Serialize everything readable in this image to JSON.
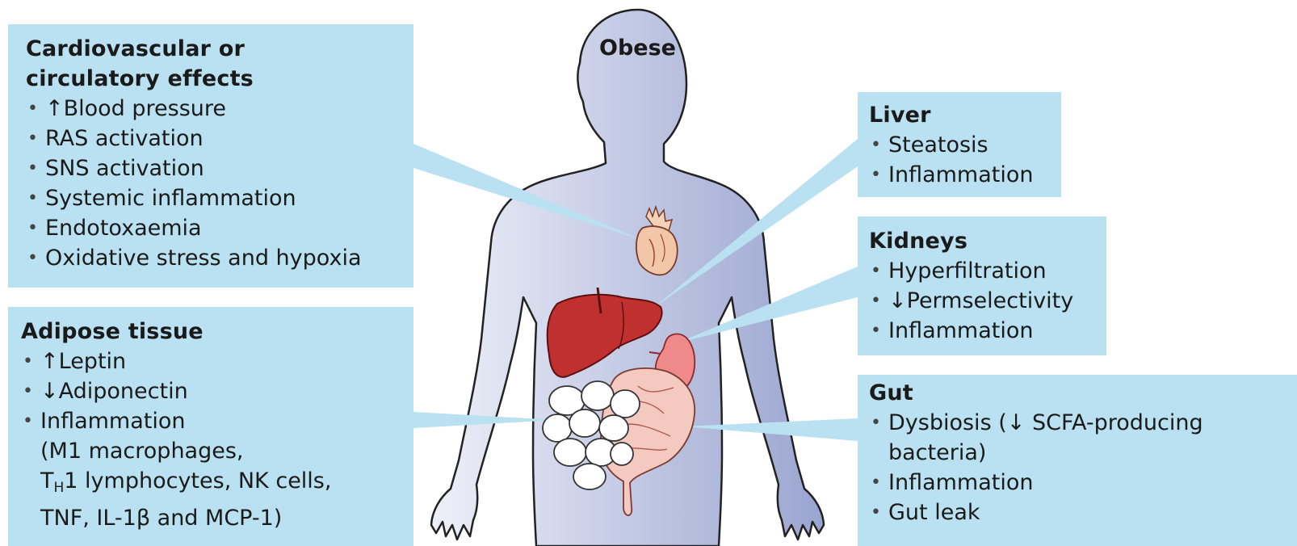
{
  "figure_label": "Obese",
  "boxes": {
    "cardio": {
      "title_line1": "Cardiovascular or",
      "title_line2": "circulatory effects",
      "items": [
        "↑Blood pressure",
        "RAS activation",
        "SNS activation",
        "Systemic inflammation",
        "Endotoxaemia",
        "Oxidative stress and hypoxia"
      ]
    },
    "adipose": {
      "title": "Adipose tissue",
      "items": [
        "↑Leptin",
        "↓Adiponectin",
        "Inflammation"
      ],
      "cont_line1": "(M1 macrophages,",
      "cont_line2_prefix": "T",
      "cont_line2_sub": "H",
      "cont_line2_rest": "1 lymphocytes, NK cells,",
      "cont_line3": "TNF, IL-1β and MCP-1)"
    },
    "liver": {
      "title": "Liver",
      "items": [
        "Steatosis",
        "Inflammation"
      ]
    },
    "kidneys": {
      "title": "Kidneys",
      "items": [
        "Hyperfiltration",
        "↓Permselectivity",
        "Inflammation"
      ]
    },
    "gut": {
      "title": "Gut",
      "item1_line1": "Dysbiosis (↓ SCFA-producing",
      "item1_line2": "bacteria)",
      "items": [
        "Inflammation",
        "Gut leak"
      ]
    }
  },
  "colors": {
    "box_fill": "#b9e1f1",
    "body_fill_light": "#e6e8f4",
    "body_fill_dark": "#a4aed4",
    "body_outline": "#222222",
    "liver": "#c0302e",
    "heart": "#f2c6a8",
    "kidney": "#f08a8a",
    "intestine": "#f3c9c0"
  }
}
